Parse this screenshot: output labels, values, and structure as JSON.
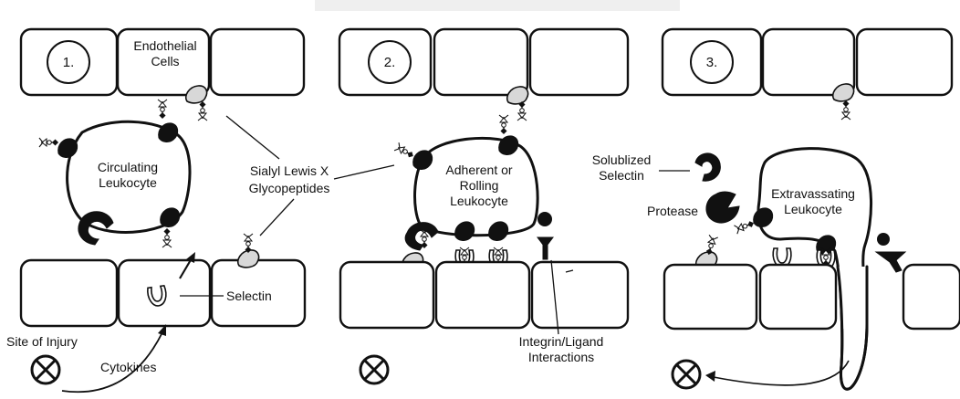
{
  "panels": [
    {
      "number": "1."
    },
    {
      "number": "2."
    },
    {
      "number": "3."
    }
  ],
  "labels": {
    "endothelial_cells": [
      "Endothelial",
      "Cells"
    ],
    "circulating_leukocyte": [
      "Circulating",
      "Leukocyte"
    ],
    "sialyl_lewis_x": [
      "Sialyl Lewis X",
      "Glycopeptides"
    ],
    "selectin": "Selectin",
    "site_of_injury": "Site of Injury",
    "cytokines": "Cytokines",
    "adherent_rolling_leukocyte": [
      "Adherent or",
      "Rolling",
      "Leukocyte"
    ],
    "integrin_ligand": [
      "Integrin/Ligand",
      "Interactions"
    ],
    "solublized_selectin": [
      "Solublized",
      "Selectin"
    ],
    "protease": "Protease",
    "extravassating_leukocyte": [
      "Extravassating",
      "Leukocyte"
    ]
  }
}
